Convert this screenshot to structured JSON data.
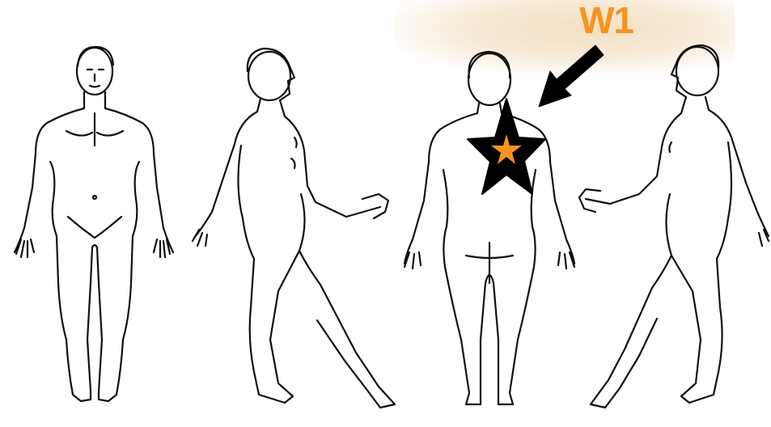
{
  "marker": {
    "label": "W1",
    "label_color": "#f7931e",
    "star_fill": "#f7931e",
    "star_outline": "#000000",
    "arrow_color": "#000000"
  },
  "figures": [
    {
      "view": "front"
    },
    {
      "view": "side-walking-right"
    },
    {
      "view": "back"
    },
    {
      "view": "side-walking-left"
    }
  ]
}
